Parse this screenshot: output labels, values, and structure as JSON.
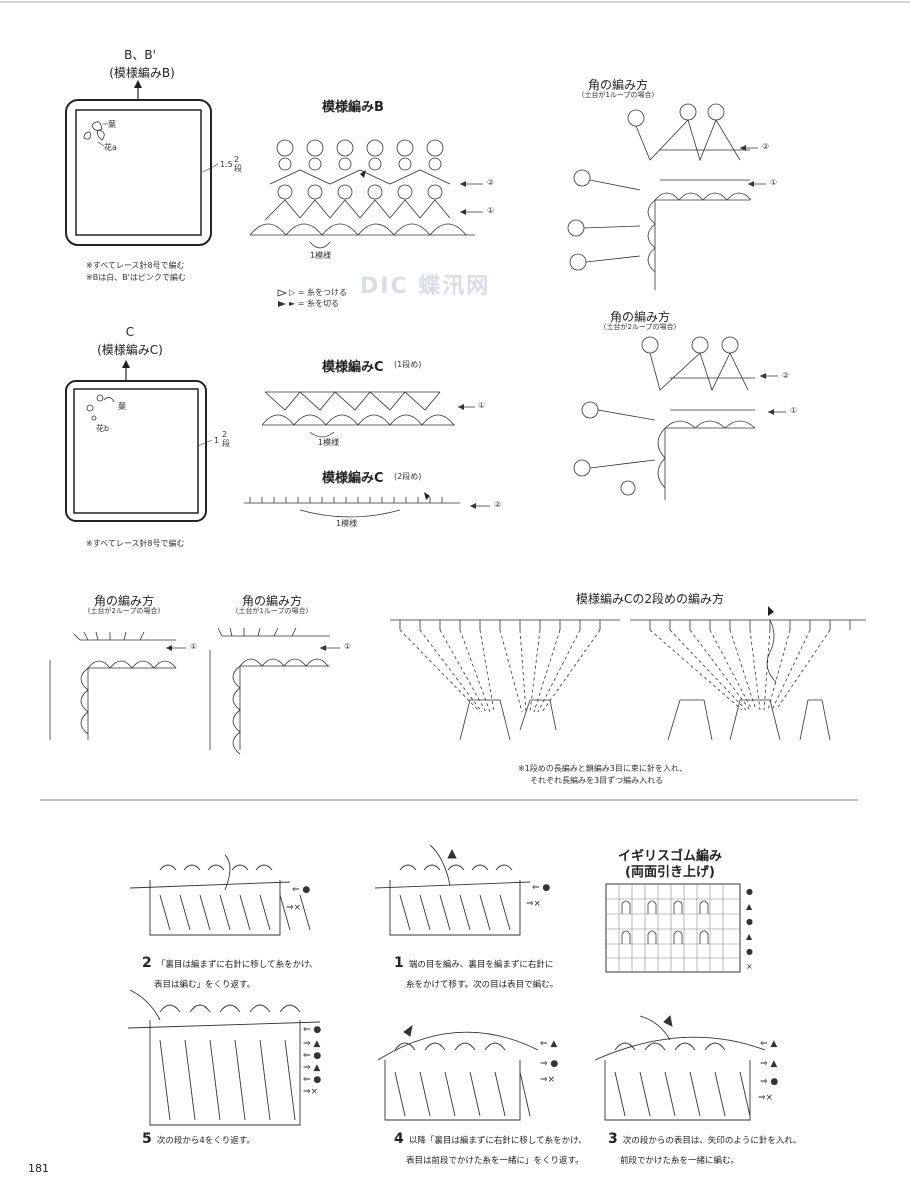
{
  "section_b": {
    "title": "B、B'",
    "subtitle": "(模様編みB)",
    "label_leaf": "葉",
    "label_flower": "花a",
    "edge_count": "1.5",
    "edge_rows": "2段",
    "note1": "※すべてレース針8号で編む",
    "note2": "※Bは白、B'はピンクで編む"
  },
  "pattern_b": {
    "title": "模様編みB",
    "repeat": "1模様",
    "row2": "②",
    "row1": "①",
    "legend1": "▷ = 糸をつける",
    "legend2": "► = 糸を切る"
  },
  "corner_b1": {
    "title": "角の編み方",
    "subtitle": "(土台が1ループの場合)",
    "row2": "②",
    "row1": "①"
  },
  "corner_b2": {
    "title": "角の編み方",
    "subtitle": "(土台が2ループの場合)",
    "row2": "②",
    "row1": "①"
  },
  "section_c": {
    "title": "C",
    "subtitle": "(模様編みC)",
    "label_leaf": "葉",
    "label_flower": "花b",
    "edge_count": "1",
    "edge_rows": "2段",
    "note": "※すべてレース針8号で編む"
  },
  "pattern_c1": {
    "title": "模様編みC",
    "row_note": "(1段め)",
    "repeat": "1模様",
    "row1": "①"
  },
  "pattern_c2": {
    "title": "模様編みC",
    "row_note": "(2段め)",
    "repeat": "1模様",
    "row2": "②"
  },
  "corner_c1": {
    "title": "角の編み方",
    "subtitle": "(土台が2ループの場合)",
    "row1": "①"
  },
  "corner_c2": {
    "title": "角の編み方",
    "subtitle": "(土台が1ループの場合)",
    "row1": "①"
  },
  "row2_detail": {
    "title": "模様編みCの2段めの編み方",
    "note1": "※1段めの長編みと鎖編み3目に束に針を入れ、",
    "note2": "それぞれ長編みを3目ずつ編み入れる"
  },
  "rib": {
    "title1": "イギリスゴム編み",
    "title2": "(両面引き上げ)",
    "marks": [
      "●",
      "▲",
      "●",
      "▲",
      "●",
      "×"
    ]
  },
  "steps": [
    {
      "num": "1",
      "line1": "端の目を編み、裏目を編まずに右針に",
      "line2": "糸をかけて移す。次の目は表目で編む。"
    },
    {
      "num": "2",
      "line1": "「裏目は編まずに右針に移して糸をかけ、",
      "line2": "表目は編む」をくり返す。"
    },
    {
      "num": "3",
      "line1": "次の段からの表目は、矢印のように針を入れ、",
      "line2": "前段でかけた糸を一緒に編む。"
    },
    {
      "num": "4",
      "line1": "以降「裏目は編まずに右針に移して糸をかけ、",
      "line2": "表目は前段でかけた糸を一緒に」をくり返す。"
    },
    {
      "num": "5",
      "line1": "次の段から4をくり返す。",
      "line2": ""
    }
  ],
  "page_number": "181",
  "watermark": "DIC 蝶汛网"
}
